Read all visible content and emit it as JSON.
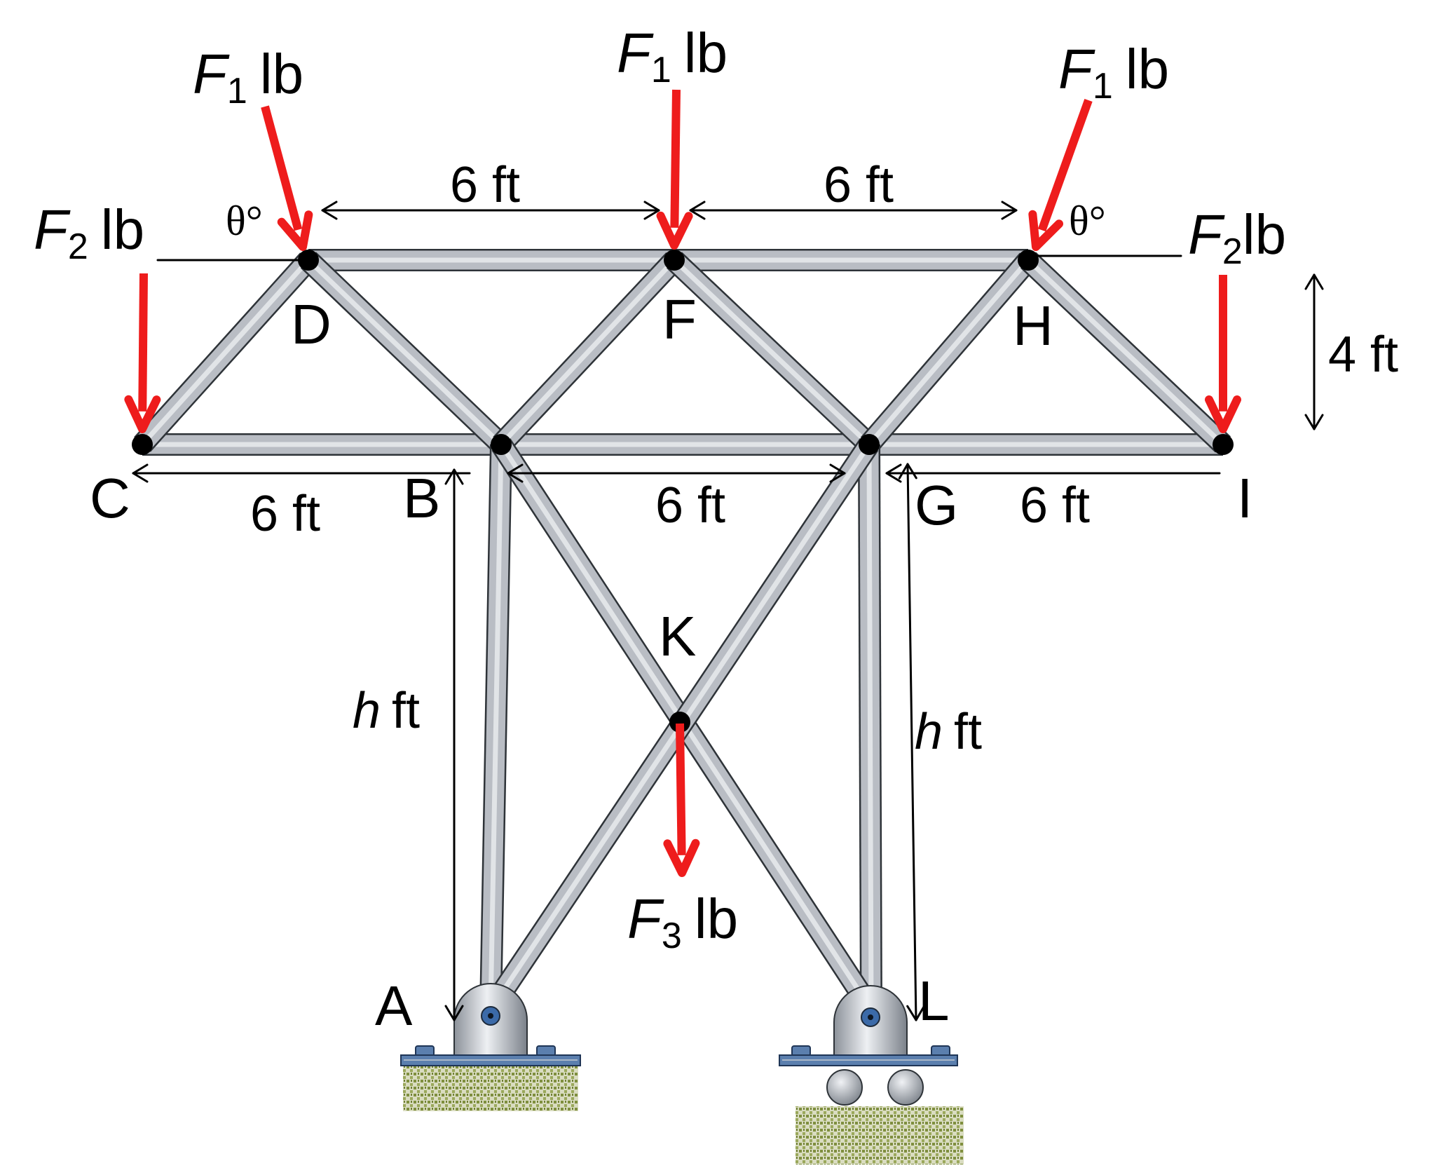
{
  "colors": {
    "member_fill": "#b9bdc4",
    "member_edge": "#2e3338",
    "force_arrow": "#ee1c1c",
    "joint": "#000000",
    "base_plate": "#5b7fae",
    "ground": "#8a9a4e"
  },
  "joints": {
    "A": "A",
    "B": "B",
    "C": "C",
    "D": "D",
    "F": "F",
    "G": "G",
    "H": "H",
    "I": "I",
    "K": "K",
    "L": "L"
  },
  "forces": {
    "f1_symbol": "F",
    "f1_sub": "1",
    "f2_symbol": "F",
    "f2_sub": "2",
    "f3_symbol": "F",
    "f3_sub": "3",
    "unit": "lb"
  },
  "angles": {
    "theta_left": "θ°",
    "theta_right": "θ°"
  },
  "dimensions": {
    "top_DF": "6 ft",
    "top_FH": "6 ft",
    "bottom_CB": "6 ft",
    "bottom_BG": "6 ft",
    "bottom_GI": "6 ft",
    "height_truss": "4 ft",
    "h_symbol": "h",
    "h_unit": "ft"
  },
  "icons": {
    "pin_support": "pin-support-icon",
    "roller_support": "roller-support-icon"
  }
}
